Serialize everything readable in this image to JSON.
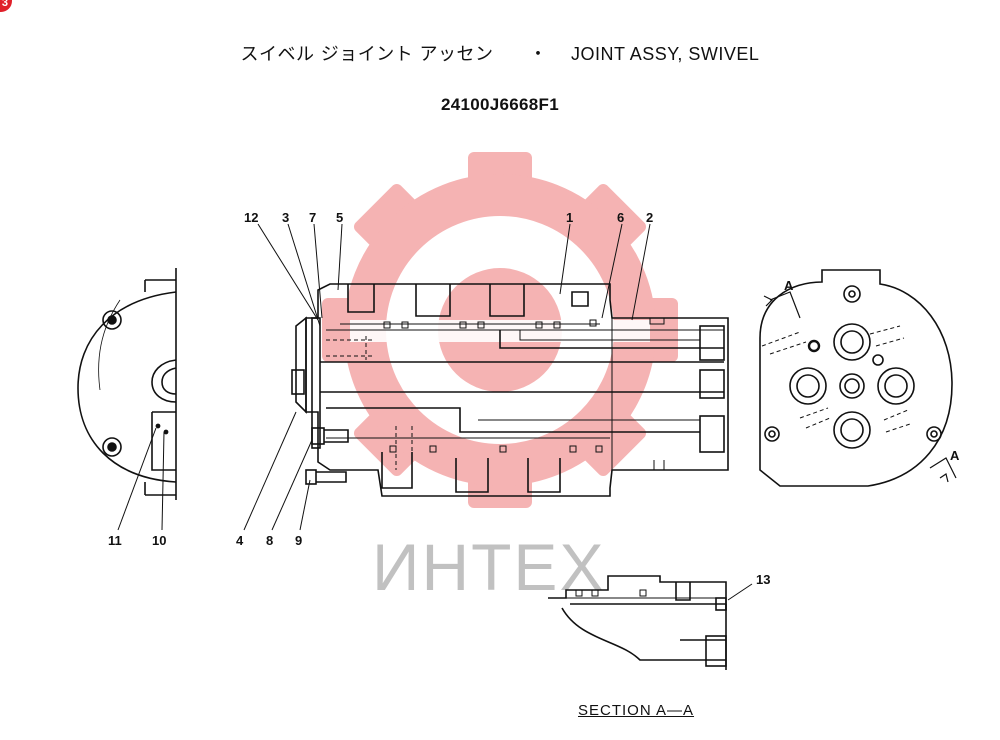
{
  "badge": "3",
  "title": {
    "jp": "スイベル ジョイント アッセン",
    "sep": "・",
    "en": "JOINT ASSY, SWIVEL"
  },
  "part_number": "24100J6668F1",
  "section_label": "SECTION A—A",
  "watermark": {
    "text": "ИНТЕХ",
    "gear_color": "#f29a9a",
    "text_color": "#8f8f8f"
  },
  "callouts": {
    "c12": "12",
    "c3": "3",
    "c7": "7",
    "c5": "5",
    "c1": "1",
    "c6": "6",
    "c2": "2",
    "c11": "11",
    "c10": "10",
    "c4": "4",
    "c8": "8",
    "c9": "9",
    "c13": "13"
  },
  "section_marks": {
    "top": "A",
    "bottom": "A"
  }
}
